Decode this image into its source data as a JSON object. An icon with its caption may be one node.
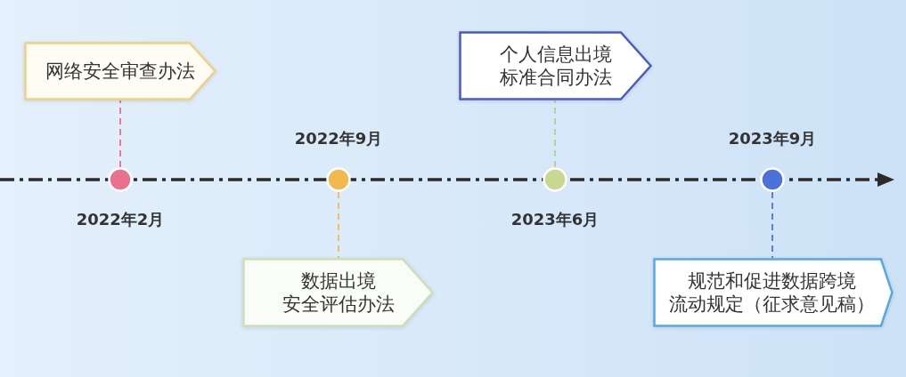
{
  "diagram": {
    "nodes": [
      {
        "text": [],
        "shape": "circle",
        "beside": [
          "2022年2月"
        ]
      },
      {
        "text": [],
        "shape": "circle",
        "beside": [
          "2022年9月"
        ]
      },
      {
        "text": [],
        "shape": "circle",
        "beside": [
          "2023年6月"
        ]
      },
      {
        "text": [],
        "shape": "circle",
        "beside": [
          "2023年9月"
        ]
      },
      {
        "text": [
          "网络安全审查办法"
        ]
      },
      {
        "text": [
          "数据出境安全评估办法"
        ]
      },
      {
        "text": [
          "个人信息出境标准合同办法"
        ]
      },
      {
        "text": [
          "规范和促进数据跨境流动规定（征求意见稿）"
        ]
      }
    ],
    "edges": [
      {
        "from": 0,
        "to": 4,
        "arrow": "none",
        "style": "dashed",
        "color": "#e8799a"
      },
      {
        "from": 1,
        "to": 5,
        "arrow": "none",
        "style": "dashed",
        "color": "#f0be5a"
      },
      {
        "from": 2,
        "to": 6,
        "arrow": "none",
        "style": "dashed",
        "color": "#b5d39a"
      },
      {
        "from": 3,
        "to": 7,
        "arrow": "none",
        "style": "dashed",
        "color": "#5a80d8"
      }
    ]
  }
}
